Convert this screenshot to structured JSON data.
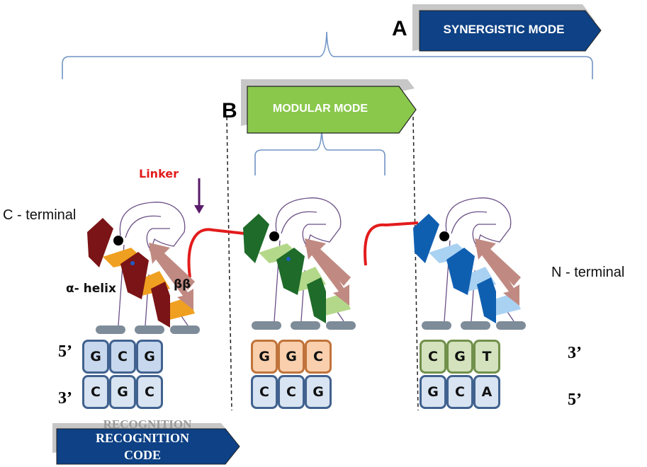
{
  "panel_a": {
    "letter": "A",
    "label": "SYNERGISTIC MODE",
    "color": "#0e4185"
  },
  "panel_b": {
    "letter": "B",
    "label": "MODULAR MODE",
    "color": "#8ac84c"
  },
  "recognition": {
    "shadow_text": "RECOGNITION",
    "line1": "RECOGNITION",
    "line2": "CODE",
    "color": "#0e4185"
  },
  "labels": {
    "c_terminal": "C - terminal",
    "n_terminal": "N - terminal",
    "linker": "Linker",
    "alpha_helix": "α- helix",
    "beta": "ββ"
  },
  "strand_ends": {
    "top_left": "5’",
    "bottom_left": "3’",
    "top_right": "3’",
    "bottom_right": "5’"
  },
  "modules": [
    {
      "name": "module-1",
      "helix_dark": "#7b1416",
      "helix_light": "#f0a020",
      "top": [
        "G",
        "C",
        "G"
      ],
      "bottom": [
        "C",
        "G",
        "C"
      ],
      "top_style": "blue-top"
    },
    {
      "name": "module-2",
      "helix_dark": "#1e6b2a",
      "helix_light": "#b4d88a",
      "top": [
        "G",
        "G",
        "C"
      ],
      "bottom": [
        "C",
        "C",
        "G"
      ],
      "top_style": "orange-top"
    },
    {
      "name": "module-3",
      "helix_dark": "#0f5fb0",
      "helix_light": "#a9d1f2",
      "top": [
        "C",
        "G",
        "T"
      ],
      "bottom": [
        "G",
        "C",
        "A"
      ],
      "top_style": "green-top"
    }
  ],
  "colors": {
    "linker": "#e31b1b",
    "arrow_down": "#5a1a6a",
    "beta_strand": "#c08a82",
    "bracket": "#6f93c4"
  }
}
